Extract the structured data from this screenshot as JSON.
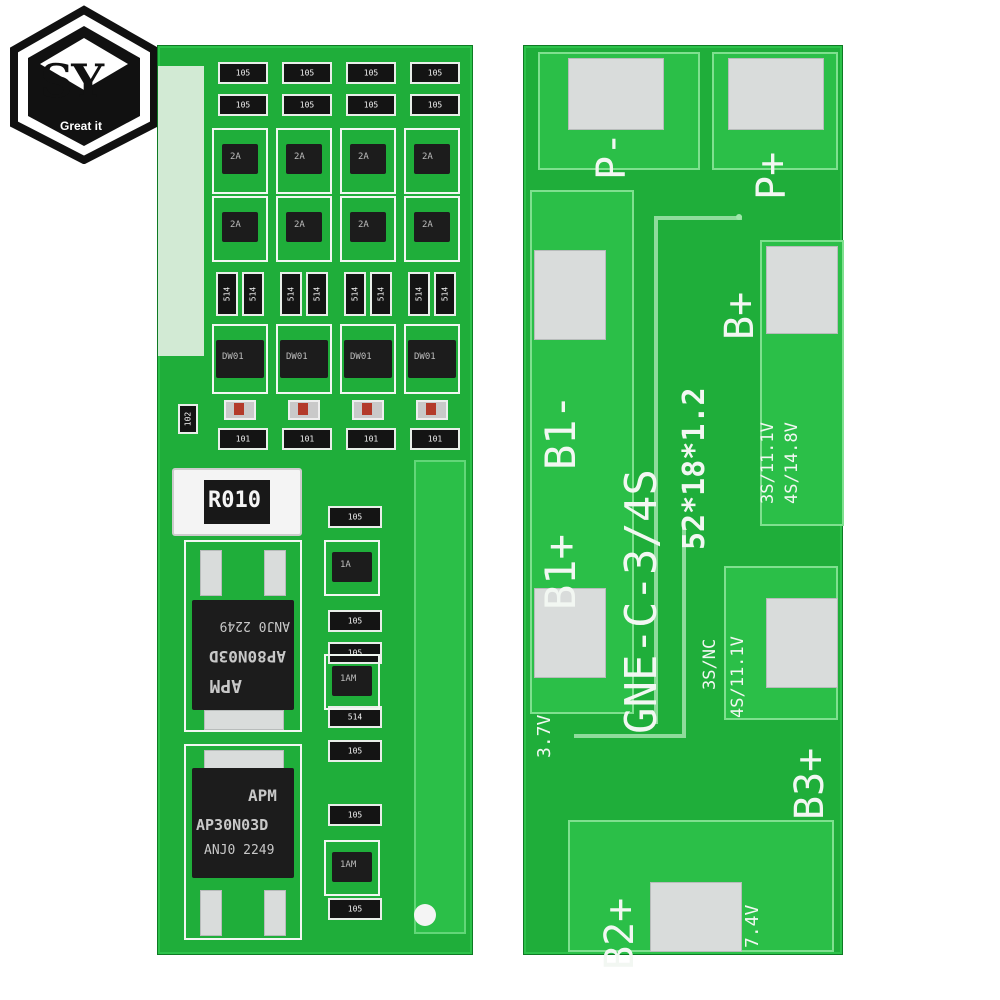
{
  "logo": {
    "mark": "SY",
    "tagline": "Great it"
  },
  "front_board": {
    "resistor_top_row_a": [
      "105",
      "105",
      "105",
      "105"
    ],
    "resistor_top_row_b": [
      "105",
      "105",
      "105",
      "105"
    ],
    "transistor_labels_row1": [
      "2A",
      "2A",
      "2A",
      "2A"
    ],
    "transistor_labels_row2": [
      "2A",
      "2A",
      "2A",
      "2A"
    ],
    "resistor_pairs": [
      [
        "514",
        "514"
      ],
      [
        "514",
        "514"
      ],
      [
        "514",
        "514"
      ],
      [
        "514",
        "514"
      ]
    ],
    "ic_labels": [
      "DW01",
      "DW01",
      "DW01",
      "DW01"
    ],
    "small_left_res": "102",
    "resistor_101_row": [
      "101",
      "101",
      "101",
      "101"
    ],
    "shunt": "R010",
    "mosfet_top": {
      "brand": "APM",
      "part": "AP80N03D",
      "code": "ANJ0 2249"
    },
    "mosfet_bottom": {
      "brand": "APM",
      "part": "AP30N03D",
      "code": "ANJ0 2249"
    },
    "side_res": [
      "105",
      "105",
      "105",
      "514",
      "105",
      "105",
      "105"
    ],
    "side_chips": [
      "1A",
      "1AM",
      "1AM"
    ]
  },
  "back_board": {
    "label_p_minus": "P-",
    "label_p_plus": "P+",
    "label_b_plus": "B+",
    "label_b1_minus": "B1-",
    "label_b1_plus": "B1+",
    "model": "GNE-C-3/4S",
    "size": "52*18*1.2",
    "volt_3s": "3S/11.1V",
    "volt_4s": "4S/14.8V",
    "nc_3s": "3S/NC",
    "nc_4s": "4S/11.1V",
    "volt_37": "3.7V",
    "label_b3_plus": "B3+",
    "label_b2_plus": "B2+",
    "volt_74": "7.4V"
  },
  "colors": {
    "pcb_green": "#1fae3a",
    "pad_silver": "#d9dcdb",
    "silkscreen": "#f2f7f2",
    "component_black": "#1c1c1c"
  }
}
